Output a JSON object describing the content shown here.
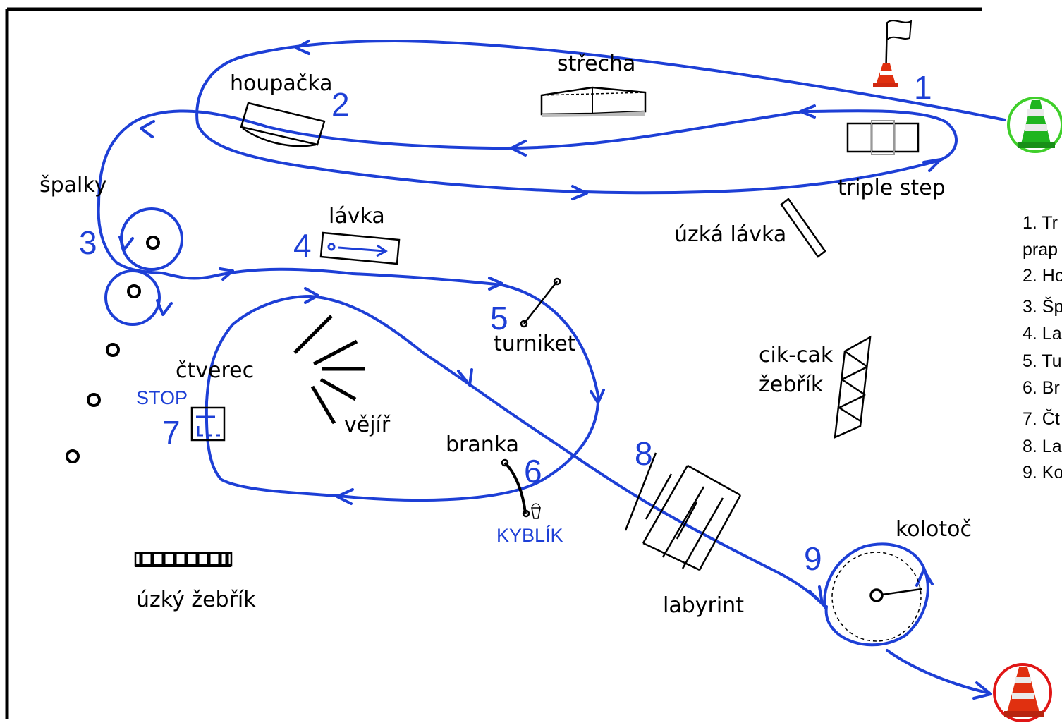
{
  "stations": {
    "n1": "1",
    "n2": "2",
    "n3": "3",
    "n4": "4",
    "n5": "5",
    "n6": "6",
    "n7": "7",
    "n8": "8",
    "n9": "9"
  },
  "labels": {
    "houpacka": "houpačka",
    "strecha": "střecha",
    "spalky": "špalky",
    "lavka": "lávka",
    "triple_step": "triple step",
    "uzka_lavka": "úzká lávka",
    "turniket": "turniket",
    "ctverec": "čtverec",
    "vejir": "vějíř",
    "cikcak_1": "cik-cak",
    "cikcak_2": "žebřík",
    "branka": "branka",
    "labyrint": "labyrint",
    "kolotoc": "kolotoč",
    "uzky_zebrik": "úzký žebřík",
    "stop": "STOP",
    "kyblik": "KYBLÍK"
  },
  "legend": [
    "1. Tr",
    "prap",
    "2. Ho",
    "3. Šp",
    "4. La",
    "5. Tu",
    "6. Br",
    "7. Čt",
    "8. La",
    "9. Ko"
  ],
  "colors": {
    "route": "#1d3fd6",
    "start_ring": "#3fcf2a",
    "finish_ring": "#e01616",
    "start_cone": "#1fb51f",
    "finish_cone": "#e03010"
  },
  "icons": {
    "start": "green-cone-icon",
    "finish": "red-cone-icon",
    "flag": "flag-cone-icon"
  }
}
